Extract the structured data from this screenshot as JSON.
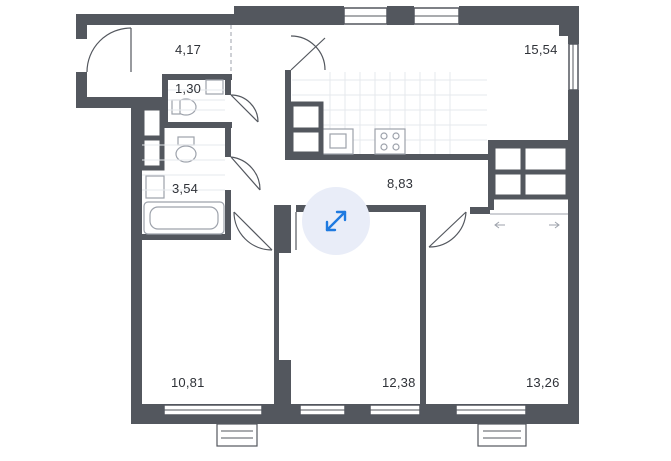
{
  "rooms": [
    {
      "id": "hall",
      "area": "4,17"
    },
    {
      "id": "wc",
      "area": "1,30"
    },
    {
      "id": "bathroom",
      "area": "3,54"
    },
    {
      "id": "kitchen-living",
      "area": "15,54"
    },
    {
      "id": "corridor",
      "area": "8,83"
    },
    {
      "id": "bedroom-1",
      "area": "10,81"
    },
    {
      "id": "bedroom-2",
      "area": "12,38"
    },
    {
      "id": "bedroom-3",
      "area": "13,26"
    }
  ],
  "colors": {
    "wall": "#53575e",
    "fixture": "#9da2ab",
    "tile": "#dfe2e7",
    "accent": "#1f7ae0",
    "expand_bg": "#e9edf8"
  },
  "controls": {
    "expand_icon": "expand-arrows-icon"
  }
}
